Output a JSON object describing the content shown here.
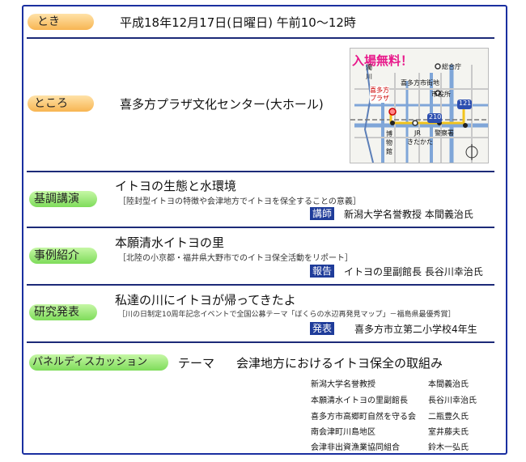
{
  "when": {
    "label": "とき",
    "value": "平成18年12月17日(日曜日) 午前10～12時"
  },
  "where": {
    "label": "ところ",
    "value": "喜多方プラザ文化センター(大ホール)",
    "map": {
      "headline": "入場無料！",
      "labels": {
        "hall": "総合庁",
        "district": "喜多方市街地",
        "office": "市役所",
        "kitakata_plaza_1": "喜多方",
        "kitakata_plaza_2": "プラザ",
        "museum": "博物館",
        "jr": "JR",
        "station": "きたかた",
        "police": "警察署",
        "river": "濁川",
        "route121": "121",
        "route210": "210"
      }
    }
  },
  "keynote": {
    "label": "基調講演",
    "title": "イトヨの生態と水環境",
    "subtitle": "［陸封型イトヨの特徴や会津地方でイトヨを保全することの意義］",
    "role": "講師",
    "speaker": "新潟大学名誉教授 本間義治氏"
  },
  "case": {
    "label": "事例紹介",
    "title": "本願清水イトヨの里",
    "subtitle": "［北陸の小京都・福井県大野市でのイトヨ保全活動をリポート］",
    "role": "報告",
    "speaker": "イトヨの里副館長 長谷川幸治氏"
  },
  "research": {
    "label": "研究発表",
    "title": "私達の川にイトヨが帰ってきたよ",
    "subtitle": "［川の日制定10周年記念イベントで全国公募テーマ「ぼくらの水辺再発見マップ」－福島県最優秀賞］",
    "role": "発表",
    "speaker": "喜多方市立第二小学校4年生"
  },
  "panel": {
    "label": "パネルディスカッション",
    "theme_label": "テーマ",
    "theme": "会津地方におけるイトヨ保全の取組み",
    "members": [
      {
        "org": "新潟大学名誉教授",
        "name": "本間義治氏"
      },
      {
        "org": "本願清水イトヨの里副館長",
        "name": "長谷川幸治氏"
      },
      {
        "org": "喜多方市高郷町自然を守る会",
        "name": "二瓶豊久氏"
      },
      {
        "org": "南会津町川島地区",
        "name": "室井藤夫氏"
      },
      {
        "org": "会津非出資漁業協同組合",
        "name": "鈴木一弘氏"
      }
    ]
  }
}
